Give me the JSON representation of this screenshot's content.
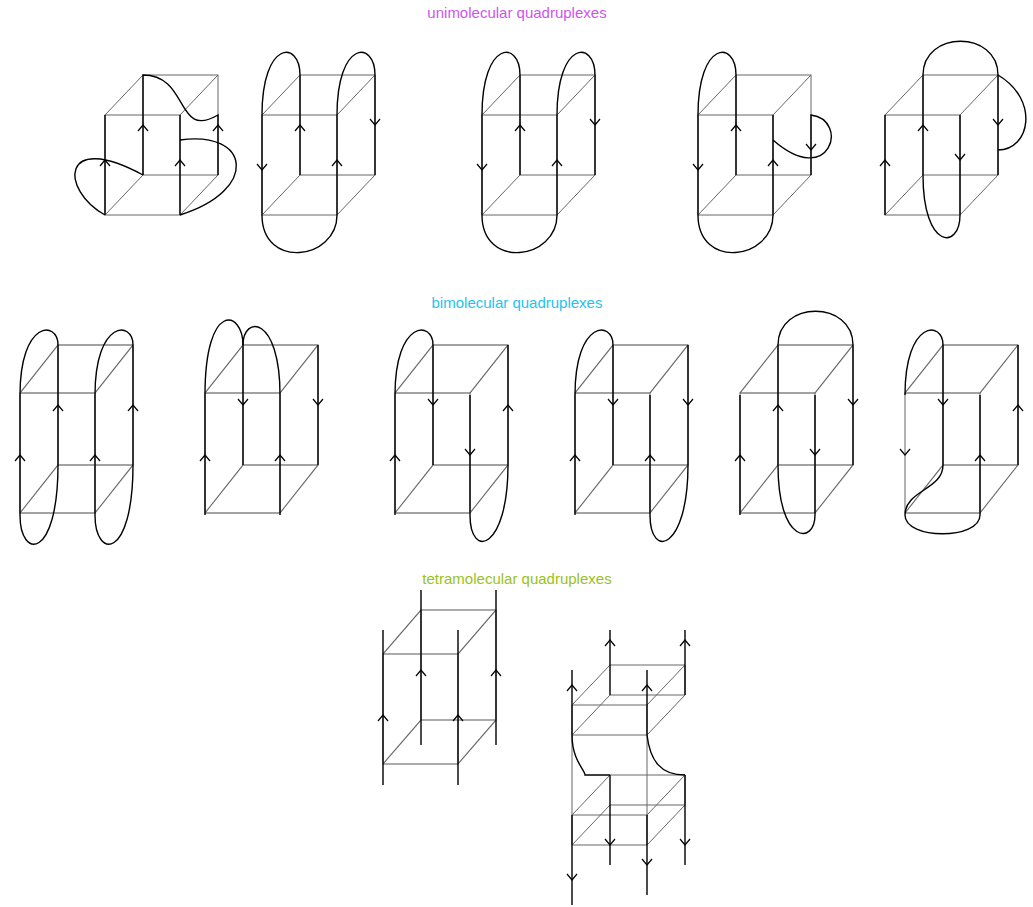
{
  "diagram": {
    "labels": [
      "unimolecular quadruplexes",
      "bimolecular quadruplexes",
      "tetramolecular quadruplexes"
    ]
  }
}
